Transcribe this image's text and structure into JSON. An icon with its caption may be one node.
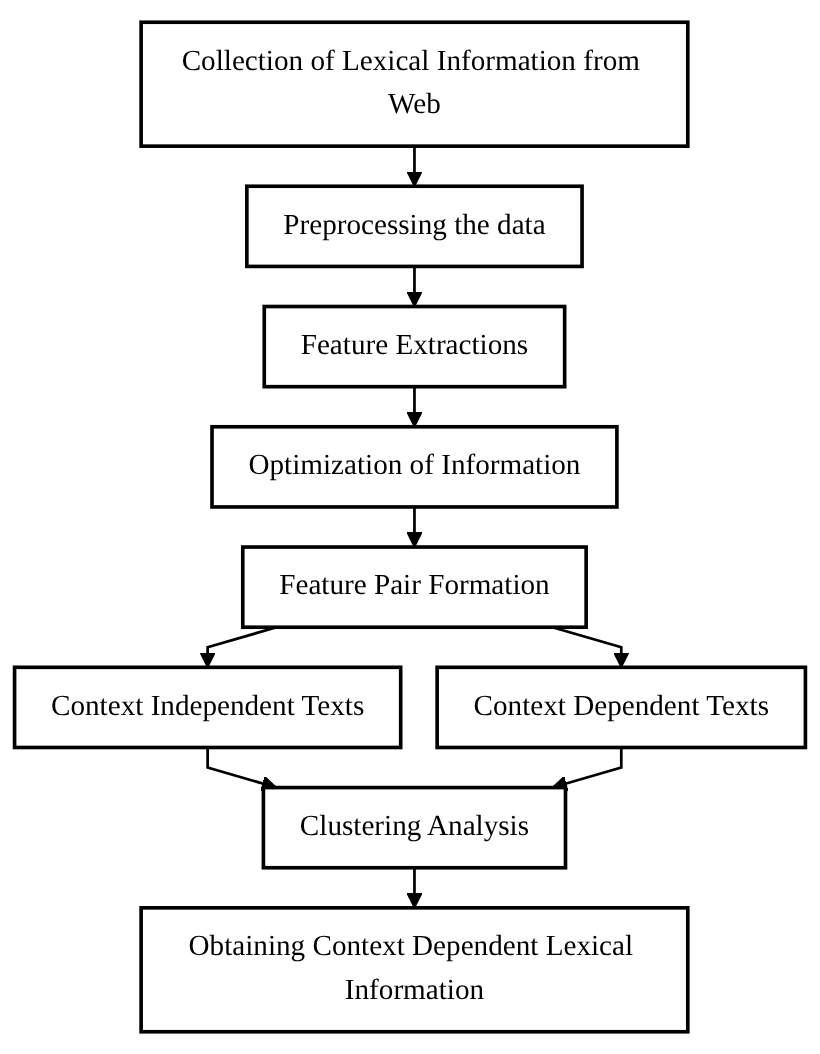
{
  "diagram": {
    "nodes": [
      {
        "text": [
          "Collection of Lexical Information from Web"
        ]
      },
      {
        "text": [
          "Preprocessing the data"
        ]
      },
      {
        "text": [
          "Feature Extractions"
        ]
      },
      {
        "text": [
          "Optimization of Information"
        ]
      },
      {
        "text": [
          "Feature Pair Formation"
        ]
      },
      {
        "text": [
          "Context Independent Texts"
        ]
      },
      {
        "text": [
          "Context Dependent Texts"
        ]
      },
      {
        "text": [
          "Clustering Analysis"
        ]
      },
      {
        "text": [
          "Obtaining Context Dependent Lexical Information"
        ]
      }
    ],
    "edges": [
      {
        "from": 0,
        "to": 1,
        "arrow": "to"
      },
      {
        "from": 1,
        "to": 2,
        "arrow": "to"
      },
      {
        "from": 2,
        "to": 3,
        "arrow": "to"
      },
      {
        "from": 3,
        "to": 4,
        "arrow": "to"
      },
      {
        "from": 4,
        "to": 5,
        "arrow": "to"
      },
      {
        "from": 4,
        "to": 6,
        "arrow": "to"
      },
      {
        "from": 5,
        "to": 7,
        "arrow": "to"
      },
      {
        "from": 6,
        "to": 7,
        "arrow": "to"
      },
      {
        "from": 7,
        "to": 8,
        "arrow": "to"
      }
    ]
  }
}
